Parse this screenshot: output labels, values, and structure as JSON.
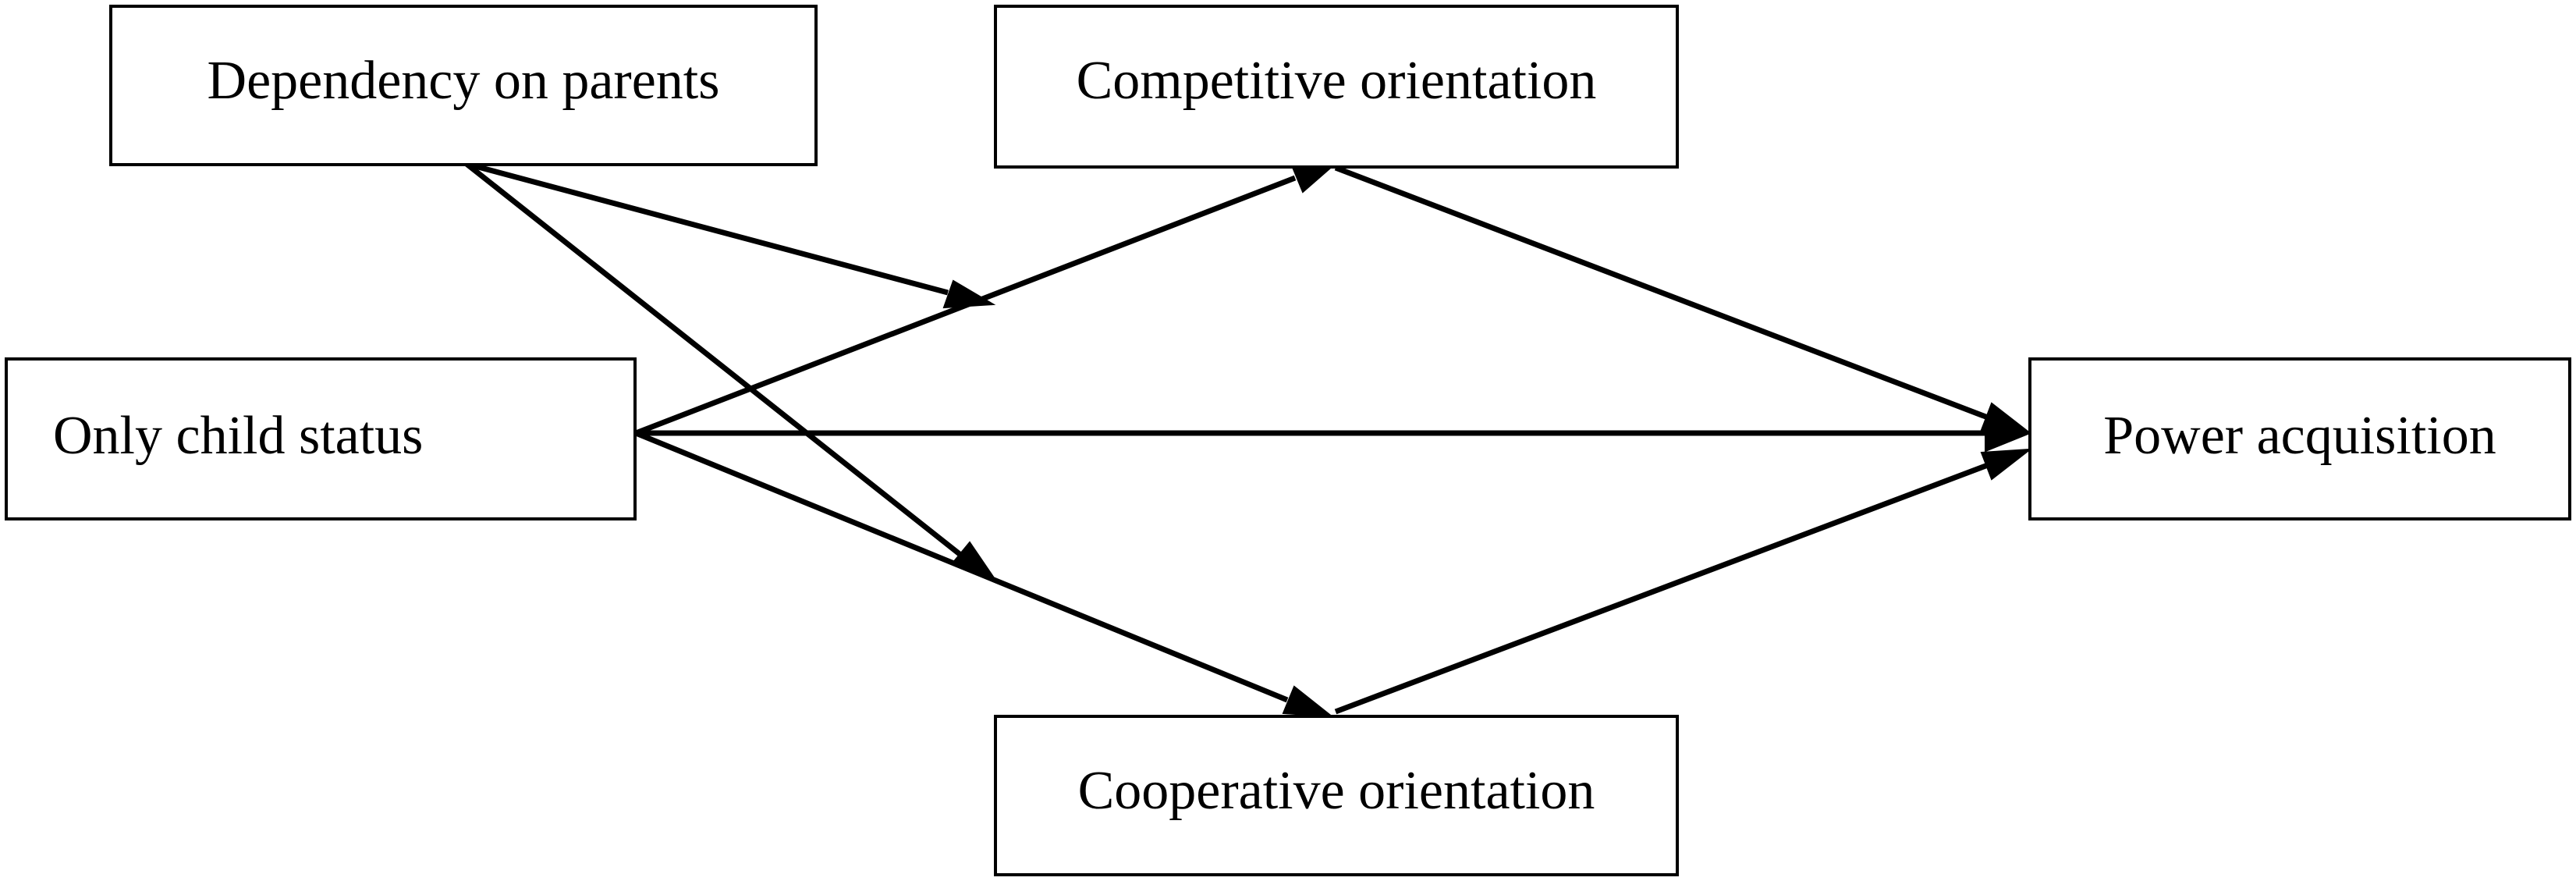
{
  "nodes": {
    "dependency": {
      "label": "Dependency on parents"
    },
    "competitive": {
      "label": "Competitive orientation"
    },
    "only_child": {
      "label": "Only child status"
    },
    "power": {
      "label": "Power acquisition"
    },
    "cooperative": {
      "label": "Cooperative orientation"
    }
  },
  "edges": [
    {
      "from": "Dependency on parents",
      "to": "Only child status → Competitive orientation path",
      "type": "moderation"
    },
    {
      "from": "Dependency on parents",
      "to": "Only child status → Cooperative orientation path",
      "type": "moderation"
    },
    {
      "from": "Only child status",
      "to": "Competitive orientation",
      "type": "direct"
    },
    {
      "from": "Only child status",
      "to": "Cooperative orientation",
      "type": "direct"
    },
    {
      "from": "Only child status",
      "to": "Power acquisition",
      "type": "direct"
    },
    {
      "from": "Competitive orientation",
      "to": "Power acquisition",
      "type": "direct"
    },
    {
      "from": "Cooperative orientation",
      "to": "Power acquisition",
      "type": "direct"
    }
  ],
  "colors": {
    "line": "#000000",
    "box_fill": "#ffffff",
    "box_stroke": "#000000"
  }
}
